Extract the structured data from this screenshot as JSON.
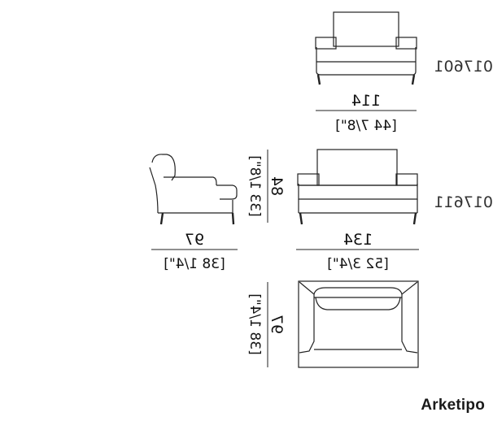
{
  "brand": "Arketipo",
  "models": [
    {
      "code": "017601",
      "width": "114",
      "width_in": "[44 7/8\"]"
    },
    {
      "code": "017611",
      "width": "134",
      "width_in": "[52 3/4\"]",
      "depth": "97",
      "depth_in": "[38 1/4\"]",
      "height": "84",
      "height_in": "[33 1/8\"]"
    }
  ],
  "top_view": {
    "depth": "97",
    "depth_in": "[38 1/4\"]"
  }
}
